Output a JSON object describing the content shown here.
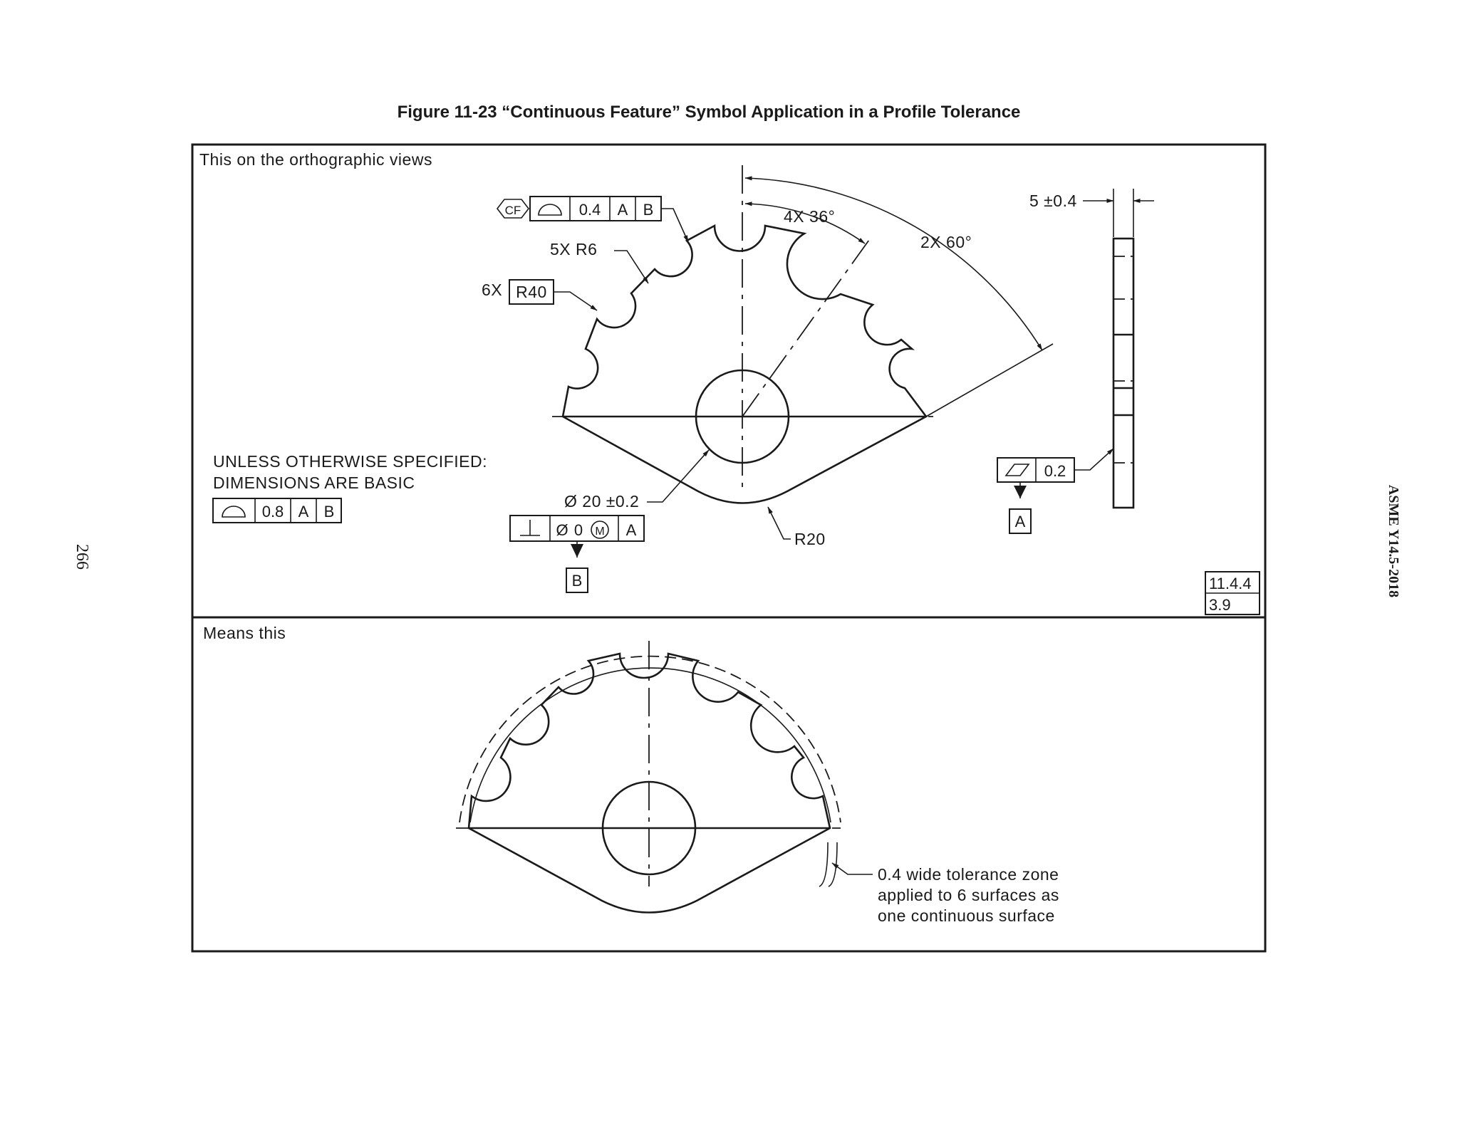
{
  "figure_title": "Figure 11-23 “Continuous Feature” Symbol Application in a Profile Tolerance",
  "page_number": "266",
  "standard_name": "ASME Y14.5-2018",
  "top_view": {
    "caption": "This on the orthographic views",
    "cf_symbol": "CF",
    "fcf_profile": {
      "tolerance": "0.4",
      "datum1": "A",
      "datum2": "B",
      "symbol": "profile-of-a-surface-icon"
    },
    "dim_notch_radius": "5X R6",
    "dim_outer_radius_qty": "6X",
    "dim_outer_radius_basic": "R40",
    "dim_angle_notch": "4X 36°",
    "dim_angle_span": "2X 60°",
    "dim_thickness": "5 ±0.4",
    "general_note_line1": "UNLESS OTHERWISE SPECIFIED:",
    "general_note_line2": "DIMENSIONS ARE BASIC",
    "fcf_general": {
      "tolerance": "0.8",
      "datum1": "A",
      "datum2": "B"
    },
    "dim_hole": "Ø 20 ±0.2",
    "fcf_perp": {
      "symbol": "perpendicularity-icon",
      "diameter": "Ø",
      "tolerance": "0",
      "modifier": "M",
      "datum": "A"
    },
    "datum_b_label": "B",
    "dim_bottom_radius": "R20",
    "fcf_flatness": {
      "symbol": "flatness-icon",
      "tolerance": "0.2"
    },
    "datum_a_label": "A",
    "ref_paragraph": "11.4.4",
    "ref_paragraph2": "3.9"
  },
  "bottom_view": {
    "caption": "Means this",
    "note_line1": "0.4 wide tolerance zone",
    "note_line2": "applied to 6 surfaces as",
    "note_line3": "one continuous surface"
  }
}
